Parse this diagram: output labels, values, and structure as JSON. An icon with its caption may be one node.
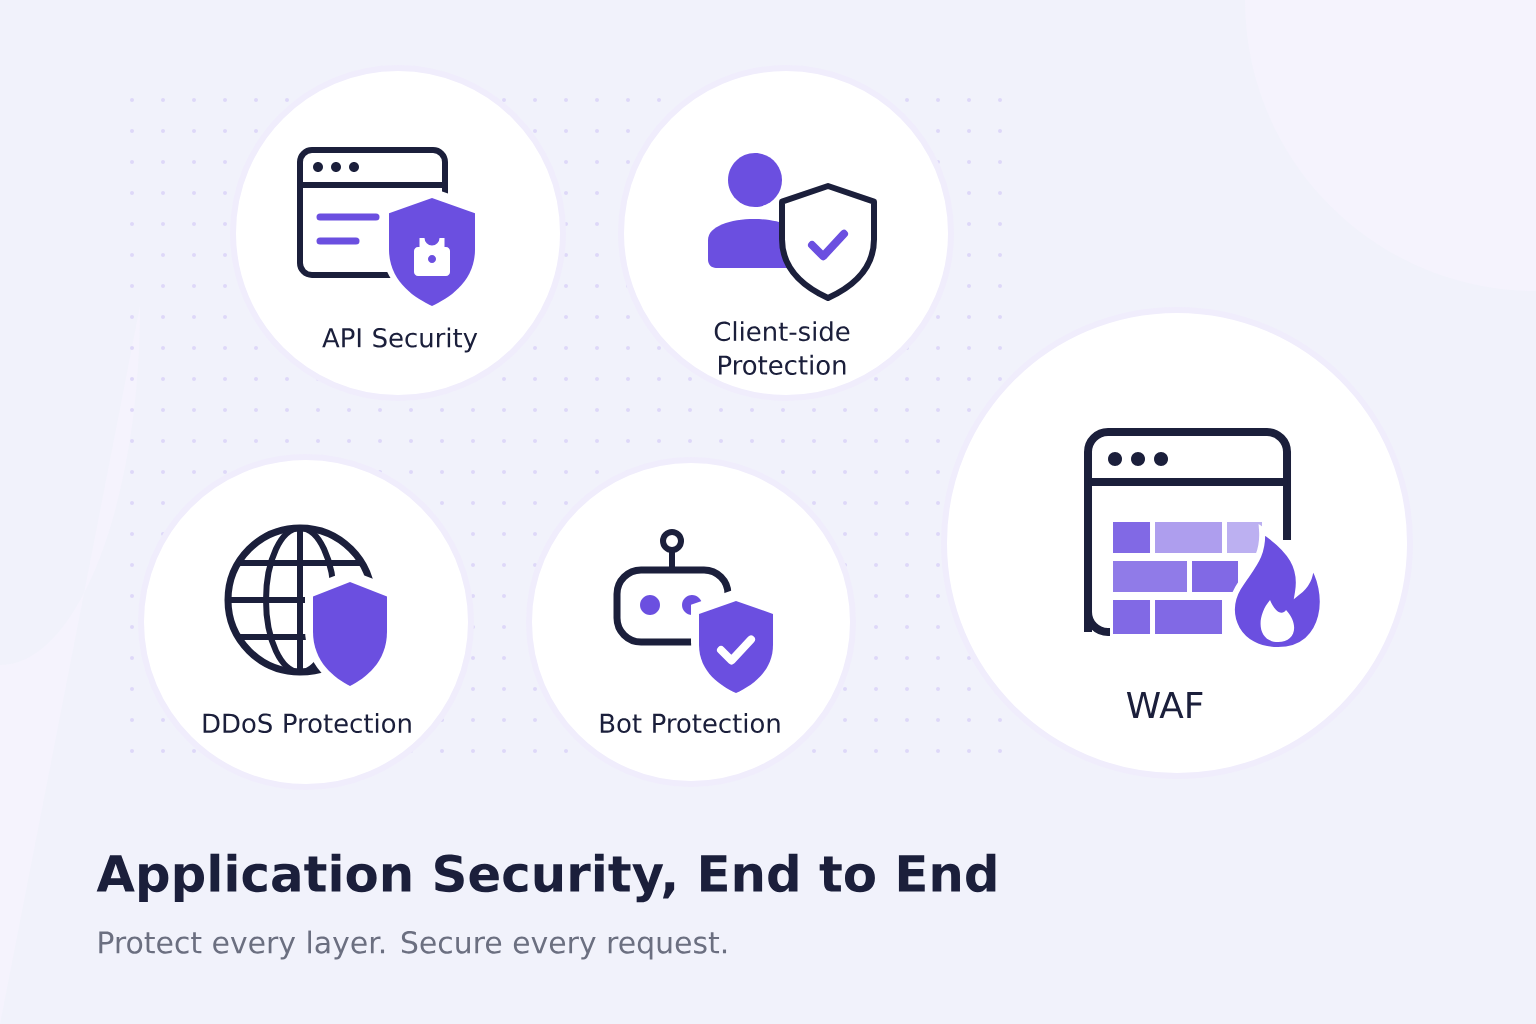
{
  "diagram": {
    "title": "Application Security, End to End",
    "caption": "Protect every layer. Secure every request.",
    "nodes": [
      {
        "text": [
          "API Security"
        ]
      },
      {
        "text": [
          "Client-side Protection"
        ]
      },
      {
        "text": [
          "DDoS Protection"
        ]
      },
      {
        "text": [
          "Bot Protection"
        ]
      },
      {
        "text": [
          "WAF"
        ]
      }
    ]
  }
}
